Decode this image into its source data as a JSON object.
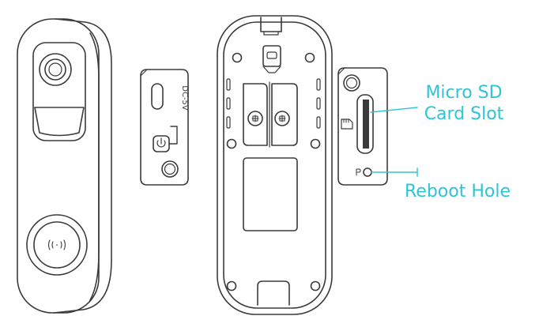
{
  "port_label": "DC-5V",
  "sd_icon": "micro-sd-card-icon",
  "callouts": {
    "sd_line1": "Micro SD",
    "sd_line2": "Card Slot",
    "reboot": "Reboot Hole"
  },
  "colors": {
    "line_art": "#3a3a3a",
    "callout": "#2ec4d6"
  }
}
